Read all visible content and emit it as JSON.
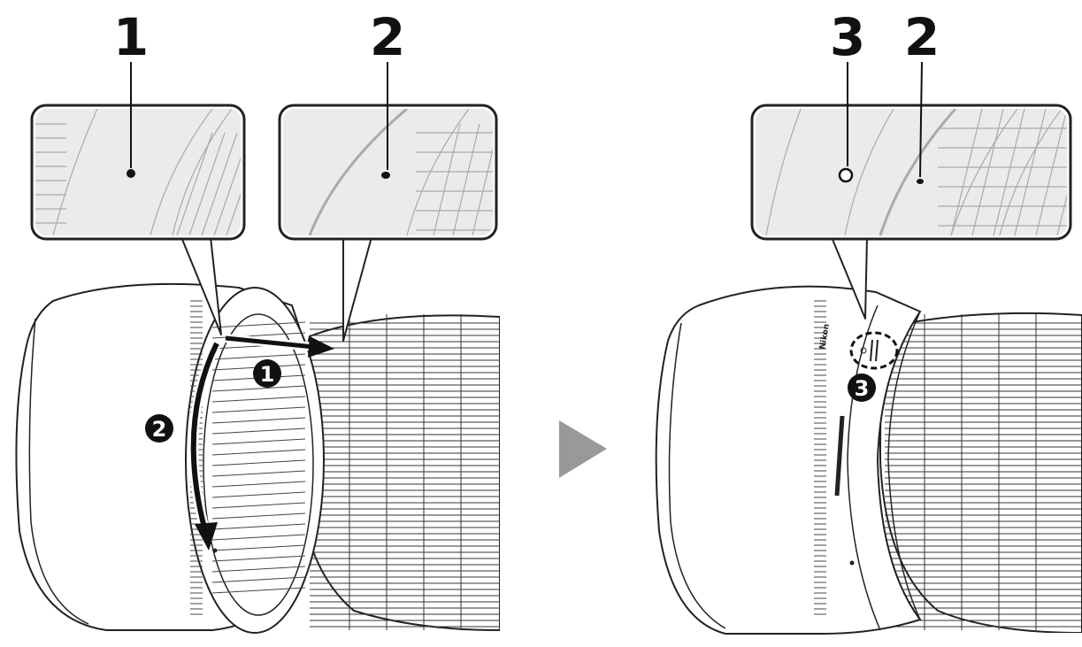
{
  "callouts": {
    "left_1": "1",
    "left_2": "2",
    "right_3": "3",
    "right_2": "2"
  },
  "steps": {
    "step1": "1",
    "step2": "2",
    "step3": "3"
  },
  "brand_logo": "Nikon",
  "icons": {
    "next": "play-triangle-icon",
    "rotate": "curved-arrow-icon",
    "attach": "straight-arrow-icon"
  },
  "colors": {
    "line": "#222222",
    "inset_bg": "#ebebeb",
    "arrow_gray": "#999999",
    "badge": "#111111"
  }
}
